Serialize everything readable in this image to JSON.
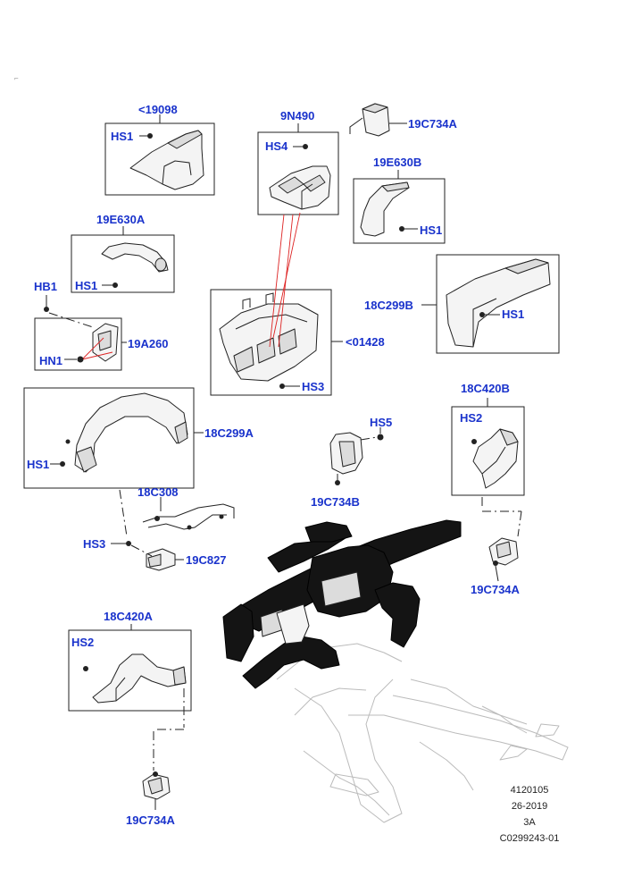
{
  "labels": {
    "l19098": "<19098",
    "l9N490": "9N490",
    "l19C734A_top": "19C734A",
    "l19E630B": "19E630B",
    "l19E630A": "19E630A",
    "hs1_a": "HS1",
    "hs4": "HS4",
    "hs1_b": "HS1",
    "hs1_c": "HS1",
    "hb1": "HB1",
    "l18C299B": "18C299B",
    "hs1_d": "HS1",
    "l19A260": "19A260",
    "hn1": "HN1",
    "l01428": "<01428",
    "hs3_a": "HS3",
    "l18C420B": "18C420B",
    "hs2_a": "HS2",
    "hs5": "HS5",
    "l18C299A": "18C299A",
    "hs1_e": "HS1",
    "l19C734B": "19C734B",
    "l18C308": "18C308",
    "hs3_b": "HS3",
    "l19C827": "19C827",
    "l19C734A_mid": "19C734A",
    "l18C420A": "18C420A",
    "hs2_b": "HS2",
    "l19C734A_bot": "19C734A"
  },
  "meta": {
    "line1": "4120105",
    "line2": "26-2019",
    "line3": "3A",
    "line4": "C0299243-01"
  },
  "colors": {
    "label": "#1a33cc",
    "leader_red": "#dd2222",
    "line": "#222222"
  }
}
